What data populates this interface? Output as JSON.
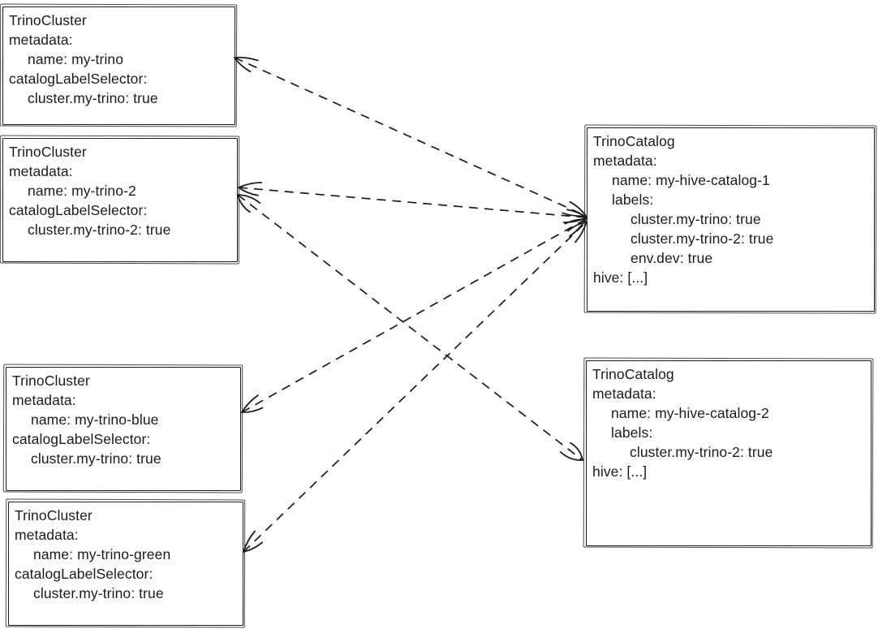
{
  "diagram": {
    "type": "resource-relationship-diagram",
    "background_color": "#ffffff",
    "ink_color": "#1b1b1b",
    "nodes": [
      {
        "id": "my-trino",
        "kind": "TrinoCluster",
        "lines": [
          {
            "text": "TrinoCluster",
            "indent": 0
          },
          {
            "text": "metadata:",
            "indent": 0
          },
          {
            "text": "name: my-trino",
            "indent": 1
          },
          {
            "text": "catalogLabelSelector:",
            "indent": 0
          },
          {
            "text": "cluster.my-trino: true",
            "indent": 1
          }
        ]
      },
      {
        "id": "my-trino-2",
        "kind": "TrinoCluster",
        "lines": [
          {
            "text": "TrinoCluster",
            "indent": 0
          },
          {
            "text": "metadata:",
            "indent": 0
          },
          {
            "text": "name: my-trino-2",
            "indent": 1
          },
          {
            "text": "catalogLabelSelector:",
            "indent": 0
          },
          {
            "text": "cluster.my-trino-2: true",
            "indent": 1
          }
        ]
      },
      {
        "id": "my-trino-blue",
        "kind": "TrinoCluster",
        "lines": [
          {
            "text": "TrinoCluster",
            "indent": 0
          },
          {
            "text": "metadata:",
            "indent": 0
          },
          {
            "text": "name: my-trino-blue",
            "indent": 1
          },
          {
            "text": "catalogLabelSelector:",
            "indent": 0
          },
          {
            "text": "cluster.my-trino: true",
            "indent": 1
          }
        ]
      },
      {
        "id": "my-trino-green",
        "kind": "TrinoCluster",
        "lines": [
          {
            "text": "TrinoCluster",
            "indent": 0
          },
          {
            "text": "metadata:",
            "indent": 0
          },
          {
            "text": "name: my-trino-green",
            "indent": 1
          },
          {
            "text": "catalogLabelSelector:",
            "indent": 0
          },
          {
            "text": "cluster.my-trino: true",
            "indent": 1
          }
        ]
      },
      {
        "id": "my-hive-catalog-1",
        "kind": "TrinoCatalog",
        "lines": [
          {
            "text": "TrinoCatalog",
            "indent": 0
          },
          {
            "text": "metadata:",
            "indent": 0
          },
          {
            "text": "name: my-hive-catalog-1",
            "indent": 1
          },
          {
            "text": "labels:",
            "indent": 1
          },
          {
            "text": "cluster.my-trino: true",
            "indent": 2
          },
          {
            "text": "cluster.my-trino-2: true",
            "indent": 2
          },
          {
            "text": "env.dev: true",
            "indent": 2
          },
          {
            "text": "hive: [...]",
            "indent": 0
          }
        ]
      },
      {
        "id": "my-hive-catalog-2",
        "kind": "TrinoCatalog",
        "lines": [
          {
            "text": "TrinoCatalog",
            "indent": 0
          },
          {
            "text": "metadata:",
            "indent": 0
          },
          {
            "text": "name: my-hive-catalog-2",
            "indent": 1
          },
          {
            "text": "labels:",
            "indent": 1
          },
          {
            "text": "cluster.my-trino-2: true",
            "indent": 2
          },
          {
            "text": "hive: [...]",
            "indent": 0
          }
        ]
      }
    ],
    "edges": [
      {
        "from": "my-trino",
        "to": "my-hive-catalog-1",
        "style": "dashed",
        "arrow": "both"
      },
      {
        "from": "my-trino-2",
        "to": "my-hive-catalog-1",
        "style": "dashed",
        "arrow": "both"
      },
      {
        "from": "my-trino-blue",
        "to": "my-hive-catalog-1",
        "style": "dashed",
        "arrow": "both"
      },
      {
        "from": "my-trino-green",
        "to": "my-hive-catalog-1",
        "style": "dashed",
        "arrow": "both"
      },
      {
        "from": "my-trino-2",
        "to": "my-hive-catalog-2",
        "style": "dashed",
        "arrow": "both"
      }
    ]
  }
}
